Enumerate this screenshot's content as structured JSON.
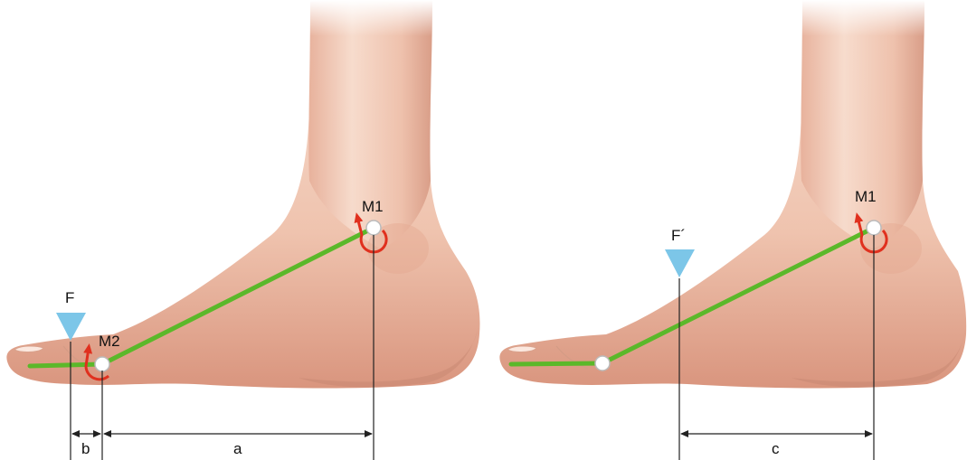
{
  "colors": {
    "lever_line": "#5bb82a",
    "force_arrow": "#7cc6e8",
    "moment_arrow": "#e0301e",
    "joint": "#ffffff",
    "skin_light": "#f6d8c8",
    "skin_mid": "#eab29c",
    "skin_dark": "#c98872",
    "dimension_line": "#222222"
  },
  "icons": {
    "force": "down-triangle-arrow",
    "moment": "curved-rotation-arrow",
    "joint": "circle-pivot"
  },
  "left_panel": {
    "force_label": "F",
    "moment_ankle_label": "M1",
    "moment_toe_label": "M2",
    "dim_short_label": "b",
    "dim_long_label": "a"
  },
  "right_panel": {
    "force_label": "F´",
    "moment_ankle_label": "M1",
    "dim_label": "c"
  }
}
